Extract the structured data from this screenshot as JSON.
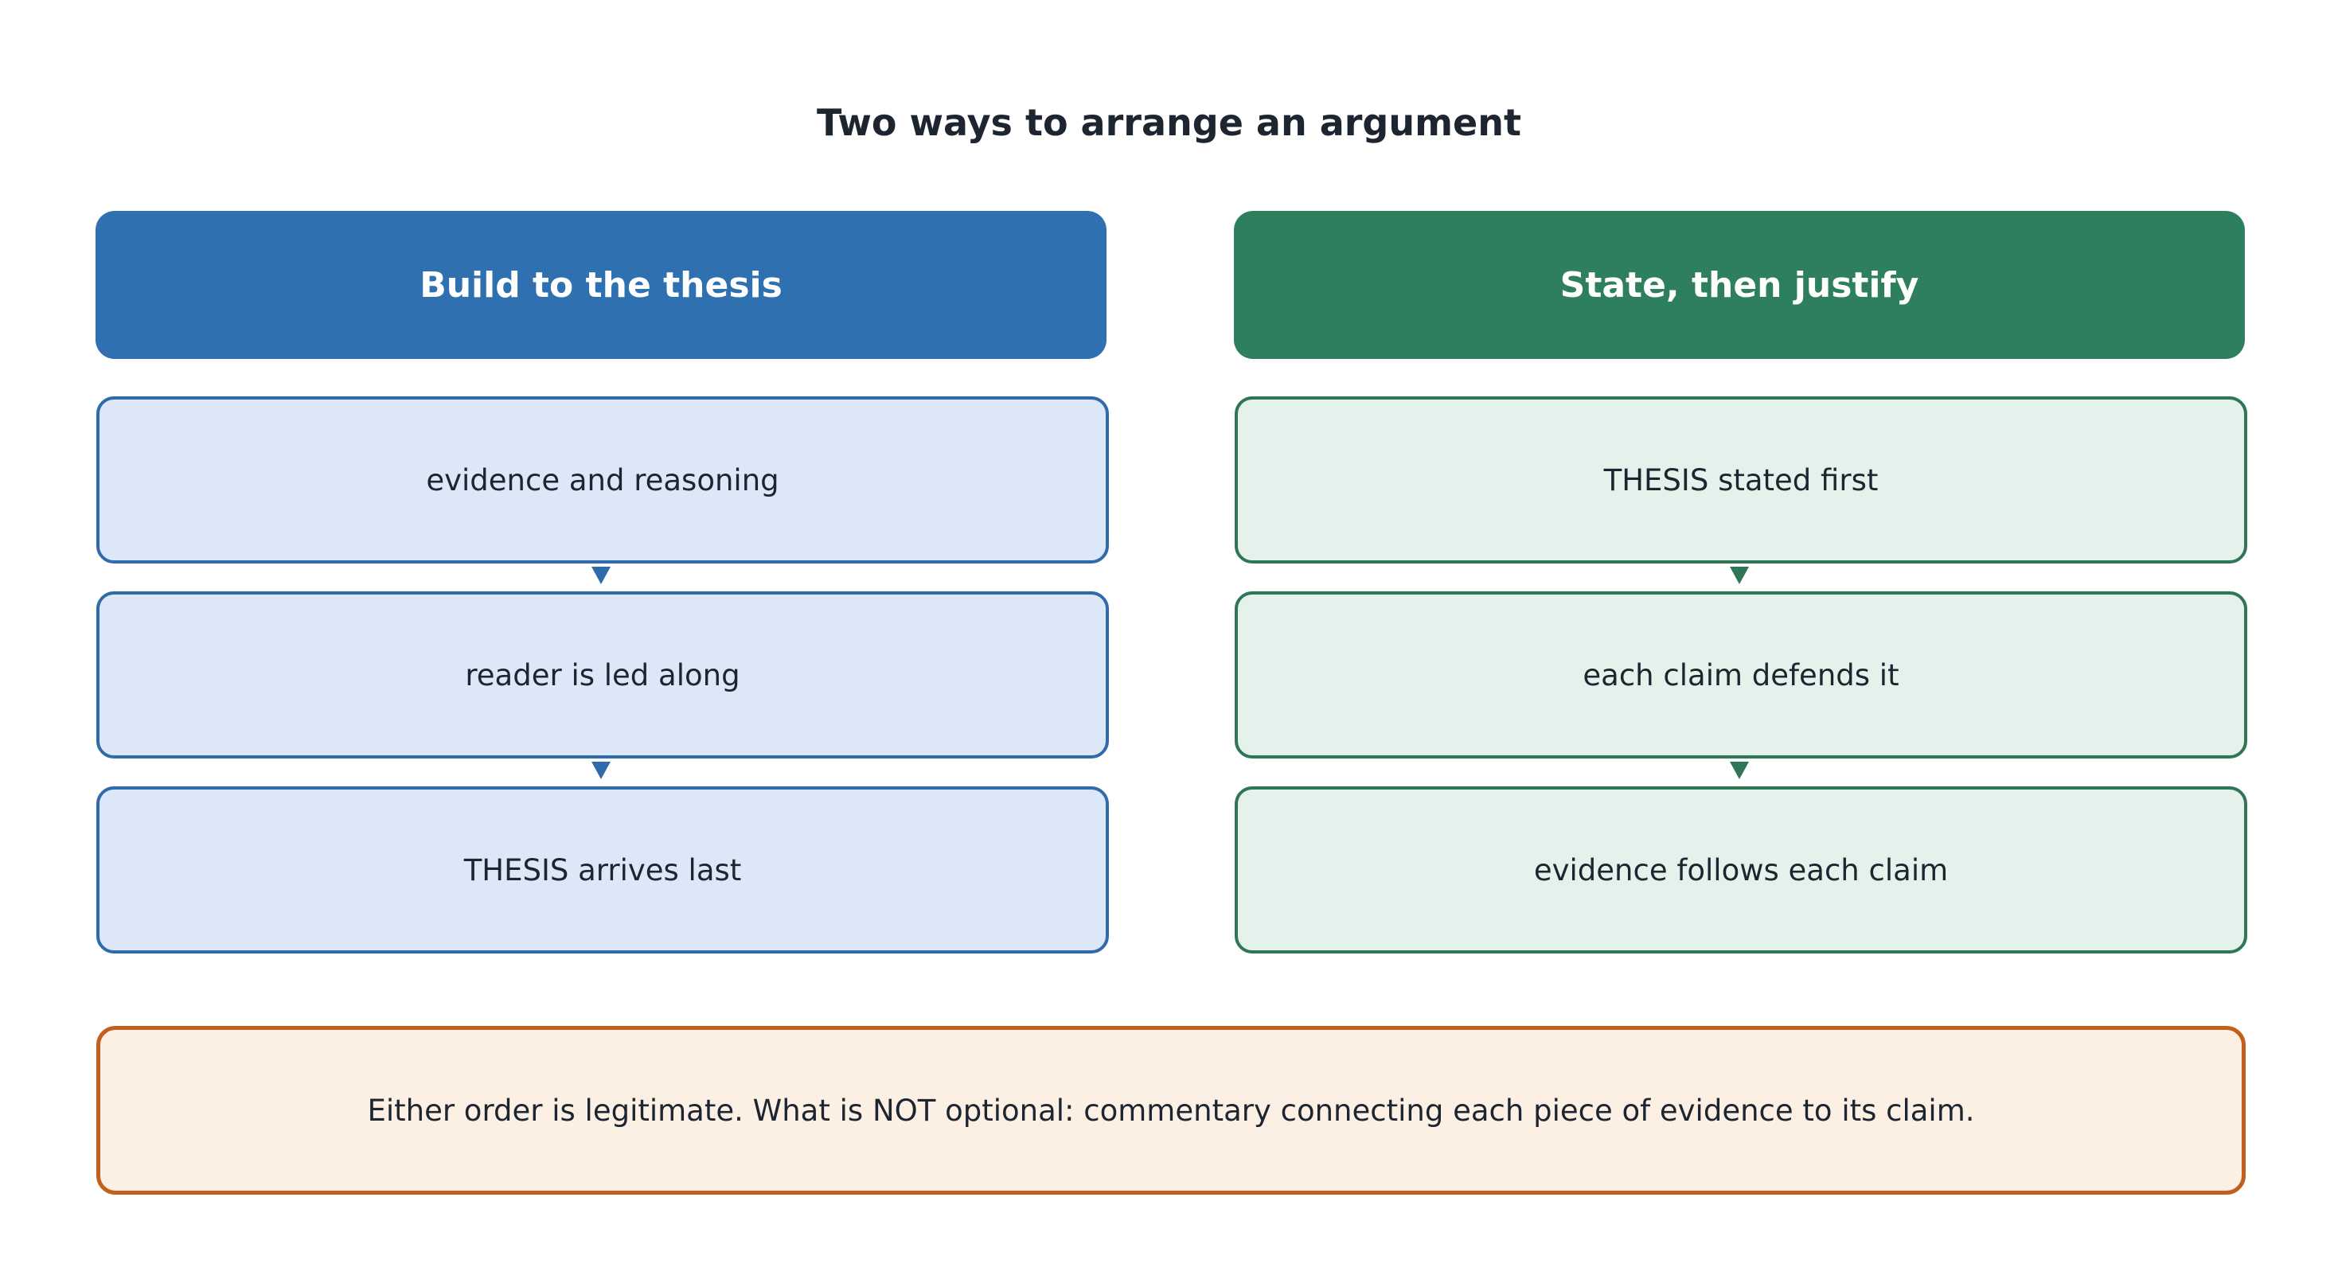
{
  "title": "Two ways to arrange an argument",
  "columns": [
    {
      "heading": "Build to the thesis",
      "steps": [
        "evidence and reasoning",
        "reader is led along",
        "THESIS arrives last"
      ],
      "header_color": "#2f70b0",
      "box_fill": "#dce8f7",
      "box_border": "#2f6aa9"
    },
    {
      "heading": "State, then justify",
      "steps": [
        "THESIS stated first",
        "each claim defends it",
        "evidence follows each claim"
      ],
      "header_color": "#2e7f5d",
      "box_fill": "#e5f2eb",
      "box_border": "#2e7656"
    }
  ],
  "note": {
    "text": "Either order is legitimate. What is NOT optional: commentary connecting each piece of evidence to its claim.",
    "fill": "#fcefe4",
    "border": "#c0601c"
  }
}
